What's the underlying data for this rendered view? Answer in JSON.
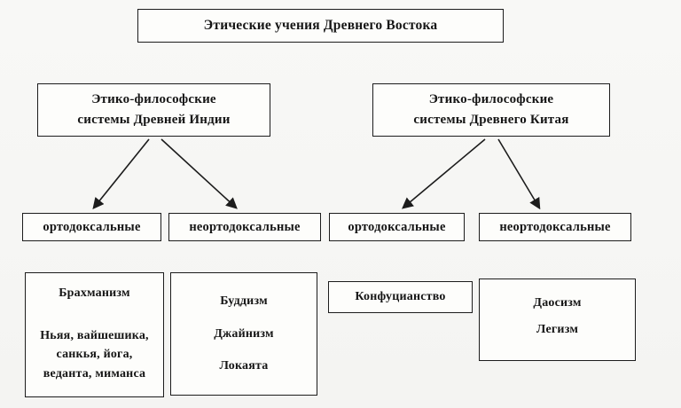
{
  "title": "Этические учения Древнего Востока",
  "india": {
    "root": {
      "line1": "Этико-философские",
      "line2": "системы Древней Индии"
    },
    "orthodox_label": "ортодоксальные",
    "heterodox_label": "неортодоксальные",
    "orthodox_detail": {
      "title": "Брахманизм",
      "line1": "Ньяя, вайшешика,",
      "line2": "санкья, йога,",
      "line3": "веданта, миманса"
    },
    "heterodox_detail": {
      "item1": "Буддизм",
      "item2": "Джайнизм",
      "item3": "Локаята"
    }
  },
  "china": {
    "root": {
      "line1": "Этико-философские",
      "line2": "системы Древнего Китая"
    },
    "orthodox_label": "ортодоксальные",
    "heterodox_label": "неортодоксальные",
    "orthodox_detail": {
      "item1": "Конфуцианство"
    },
    "heterodox_detail": {
      "item1": "Даосизм",
      "item2": "Легизм"
    }
  },
  "colors": {
    "line": "#1c1c1c",
    "box_background": "#fdfdfb",
    "page_background": "#f7f7f5"
  }
}
